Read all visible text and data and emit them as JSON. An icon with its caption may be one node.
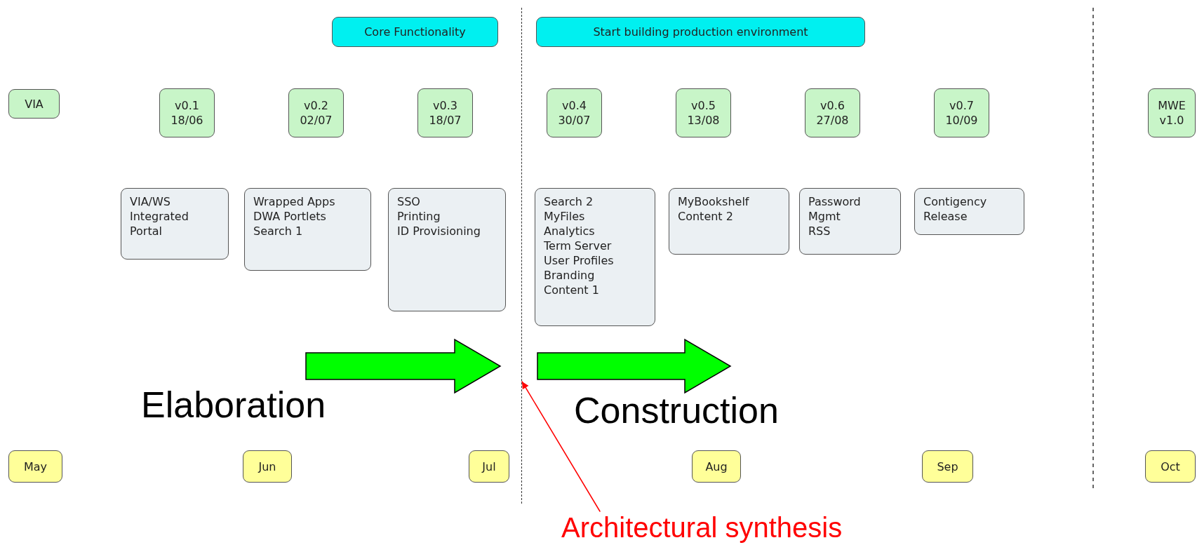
{
  "diagram": {
    "nodes": [
      {
        "text": [
          "Core Functionality"
        ]
      },
      {
        "text": [
          "Start building production environment"
        ]
      },
      {
        "text": [
          "VIA"
        ]
      },
      {
        "text": [
          "v0.1",
          "18/06"
        ]
      },
      {
        "text": [
          "v0.2",
          "02/07"
        ]
      },
      {
        "text": [
          "v0.3",
          "18/07"
        ]
      },
      {
        "text": [
          "v0.4",
          "30/07"
        ]
      },
      {
        "text": [
          "v0.5",
          "13/08"
        ]
      },
      {
        "text": [
          "v0.6",
          "27/08"
        ]
      },
      {
        "text": [
          "v0.7",
          "10/09"
        ]
      },
      {
        "text": [
          "MWE",
          "v1.0"
        ]
      },
      {
        "text": [
          "VIA/WS Integrated Portal"
        ]
      },
      {
        "text": [
          "Wrapped Apps",
          "DWA Portlets",
          "Search 1"
        ]
      },
      {
        "text": [
          "SSO",
          "Printing",
          "ID Provisioning"
        ]
      },
      {
        "text": [
          "Search 2",
          "MyFiles",
          "Analytics",
          "Term Server",
          "User Profiles",
          "Branding",
          "Content 1"
        ]
      },
      {
        "text": [
          "MyBookshelf",
          "Content 2"
        ]
      },
      {
        "text": [
          "Password Mgmt",
          "RSS"
        ]
      },
      {
        "text": [
          "Contigency Release"
        ]
      },
      {
        "text": [
          "May"
        ]
      },
      {
        "text": [
          "Jun"
        ]
      },
      {
        "text": [
          "Jul"
        ]
      },
      {
        "text": [
          "Aug"
        ]
      },
      {
        "text": [
          "Sep"
        ]
      },
      {
        "text": [
          "Oct"
        ]
      },
      {
        "text": [
          "Architectural synthesis"
        ]
      },
      {
        "text": [],
        "shape": "line"
      }
    ],
    "edges": [
      {
        "from": 24,
        "to": 25,
        "arrow": "to",
        "color": "#ff0000"
      }
    ],
    "labels": [
      "Elaboration",
      "Construction"
    ]
  }
}
